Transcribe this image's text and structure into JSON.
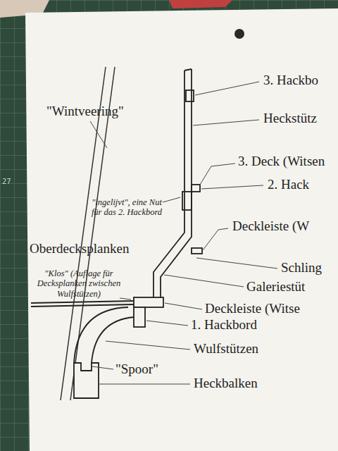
{
  "diagram": {
    "labels": [
      "3. Hackbo",
      "Heckstütz",
      "\"Wintveering\"",
      "3. Deck (Witsen",
      "2. Hack",
      "\"ingelijvt\", eine Nut für das 2. Hackbord",
      "Deckleiste (W",
      "Oberdecksplanken",
      "Schling",
      "\"Klos\" (Auflage für Decksplanken zwischen Wulfstützen)",
      "Galeriestüt",
      "Deckleiste (Witse",
      "1. Hackbord",
      "Wulfstützen",
      "\"Spoor\"",
      "Heckbalken",
      "27"
    ]
  }
}
